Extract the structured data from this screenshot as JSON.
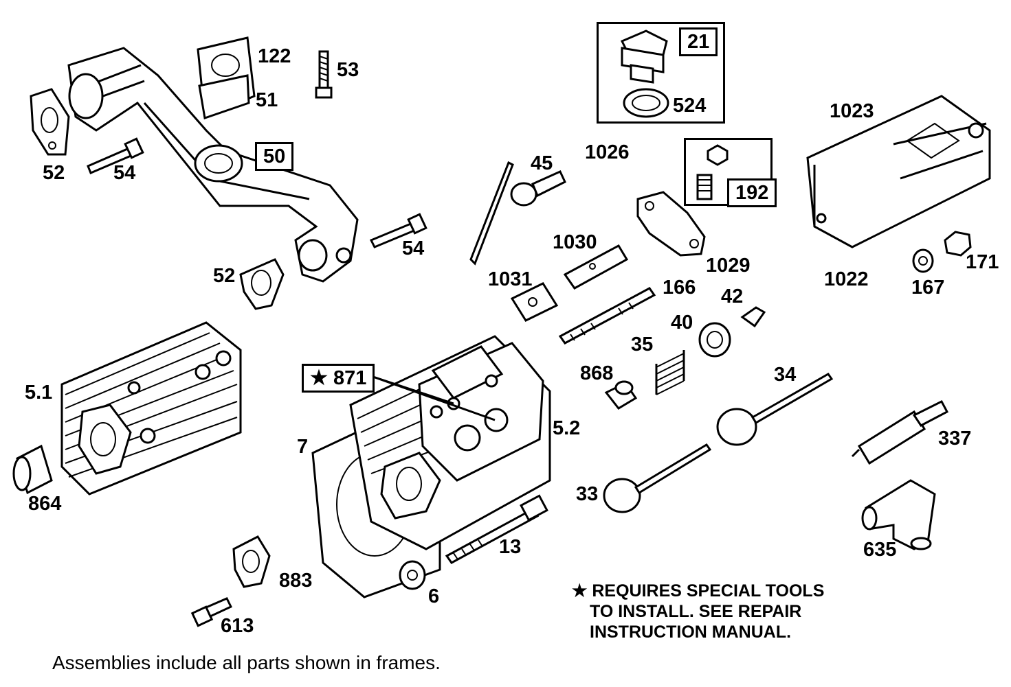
{
  "labels": {
    "p122": "122",
    "p53": "53",
    "p51": "51",
    "p52a": "52",
    "p54a": "54",
    "p50": "50",
    "p54b": "54",
    "p52b": "52",
    "p21": "21",
    "p524": "524",
    "p1023": "1023",
    "p45": "45",
    "p1026": "1026",
    "p192": "192",
    "p1030": "1030",
    "p1029": "1029",
    "p1022": "1022",
    "p171": "171",
    "p167": "167",
    "p1031": "1031",
    "p166": "166",
    "p42": "42",
    "p40": "40",
    "p35": "35",
    "p868": "868",
    "p34": "34",
    "p871": "★ 871",
    "p5_1": "5.1",
    "p5_2": "5.2",
    "p7": "7",
    "p337": "337",
    "p864": "864",
    "p33": "33",
    "p13": "13",
    "p635": "635",
    "p883": "883",
    "p6": "6",
    "p613": "613"
  },
  "note": {
    "line1": "★ REQUIRES SPECIAL TOOLS",
    "line2": "TO INSTALL.  SEE REPAIR",
    "line3": "INSTRUCTION MANUAL."
  },
  "footer": "Assemblies include all parts shown in frames."
}
